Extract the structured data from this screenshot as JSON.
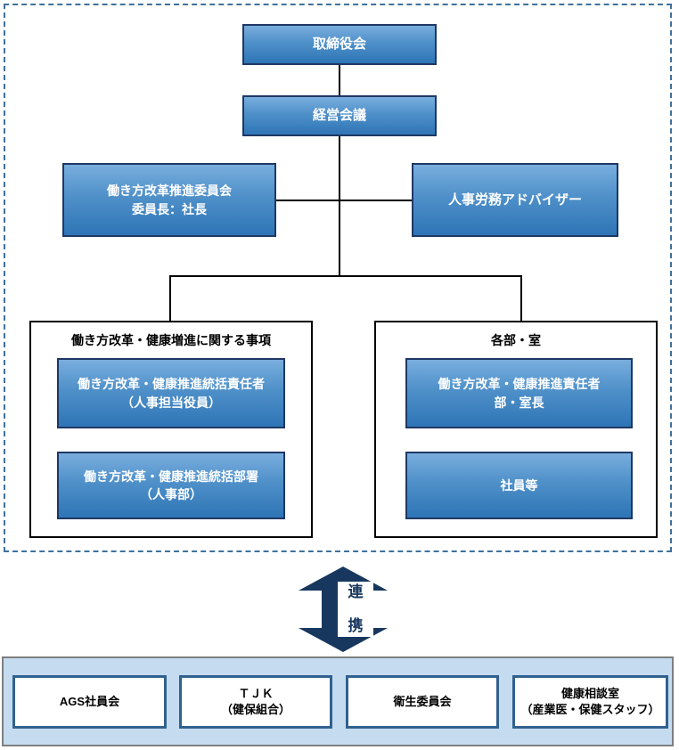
{
  "org_chart": {
    "board": {
      "label": "取締役会"
    },
    "management": {
      "label": "経営会議"
    },
    "committee": {
      "line1": "働き方改革推進委員会",
      "line2": "委員長：社長"
    },
    "advisor": {
      "label": "人事労務アドバイザー"
    },
    "left_group": {
      "title": "働き方改革・健康増進に関する事項",
      "box1": {
        "line1": "働き方改革・健康推進統括責任者",
        "line2": "（人事担当役員）"
      },
      "box2": {
        "line1": "働き方改革・健康推進統括部署",
        "line2": "（人事部）"
      }
    },
    "right_group": {
      "title": "各部・室",
      "box1": {
        "line1": "働き方改革・健康推進責任者",
        "line2": "部・室長"
      },
      "box2": {
        "label": "社員等"
      }
    }
  },
  "link_arrow": {
    "label": "連携",
    "char1": "連",
    "char2": "携"
  },
  "external_band": {
    "boxes": [
      {
        "line1": "AGS社員会",
        "line2": ""
      },
      {
        "line1": "ＴＪＫ",
        "line2": "（健保組合）"
      },
      {
        "line1": "衛生委員会",
        "line2": ""
      },
      {
        "line1": "健康相談室",
        "line2": "（産業医・保健スタッフ）"
      }
    ]
  },
  "colors": {
    "node_gradient_top": "#79aede",
    "node_gradient_bottom": "#2e75b6",
    "node_border": "#1f3864",
    "node_text": "#ffffff",
    "connector": "#000000",
    "group_border": "#000000",
    "dashed_frame": "#41719c",
    "arrow": "#17375e",
    "band_background": "#c5dcf0",
    "band_border": "#7f7f7f",
    "band_box_border": "#31618f"
  }
}
